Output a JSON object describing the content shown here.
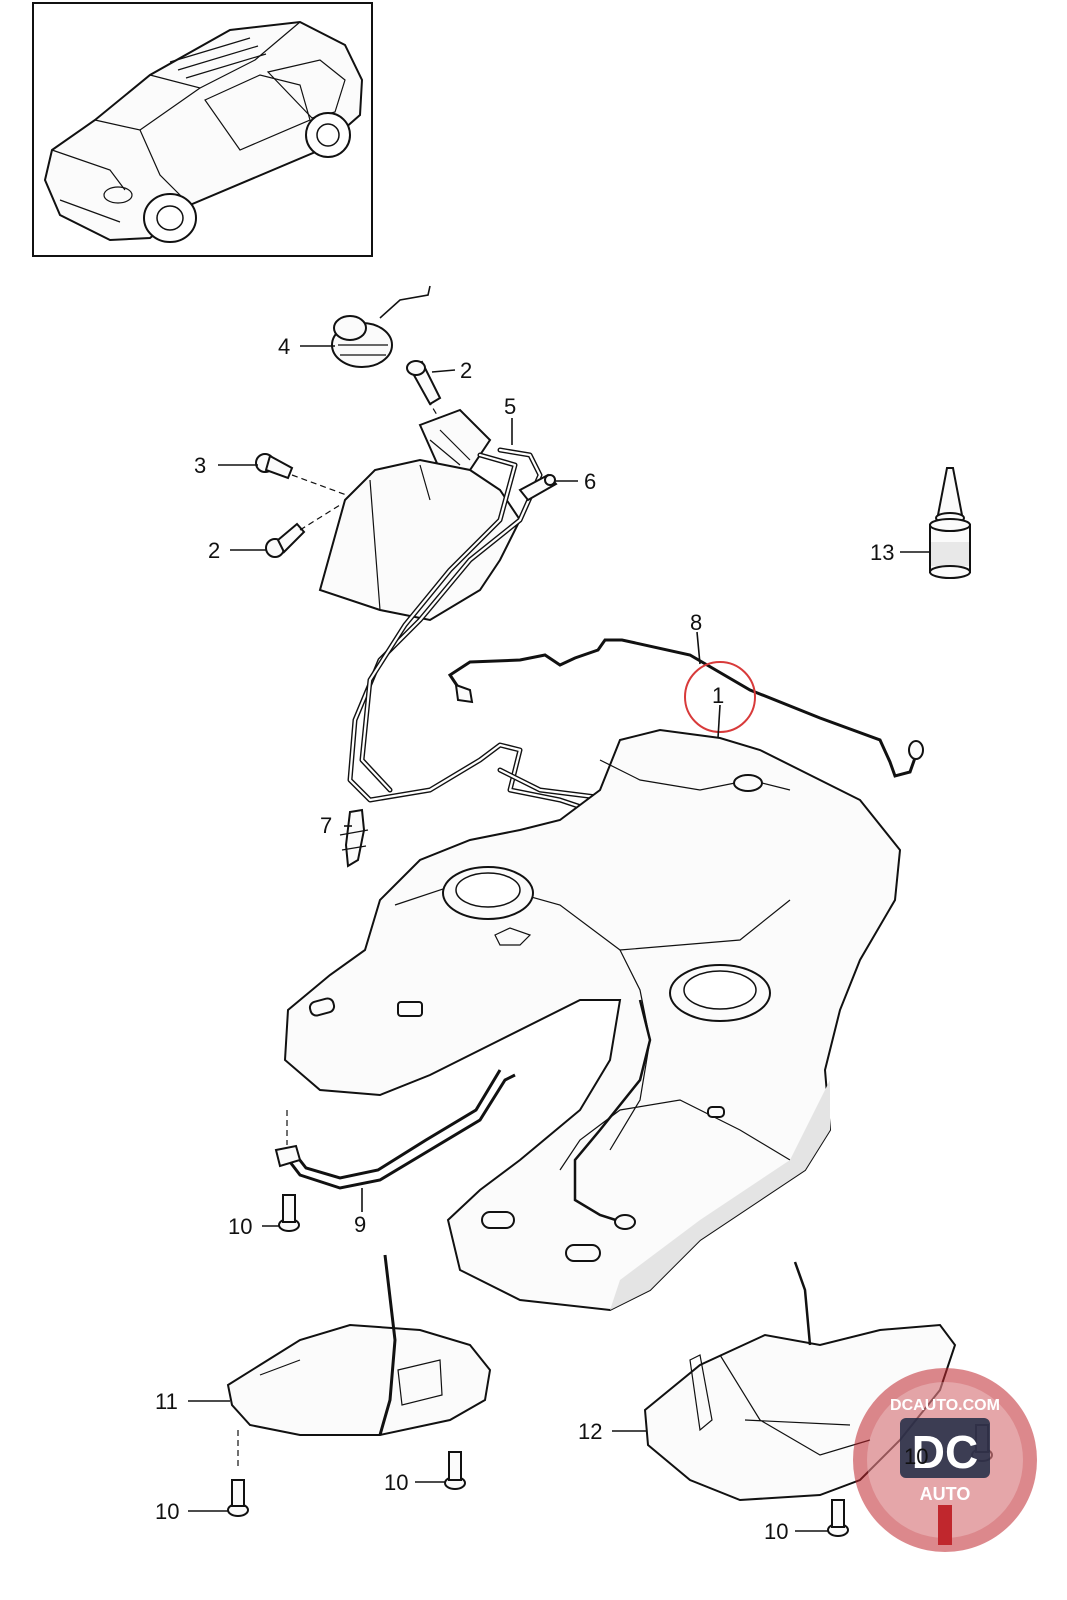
{
  "callouts": {
    "c1": "1",
    "c2a": "2",
    "c2b": "2",
    "c3": "3",
    "c4": "4",
    "c5": "5",
    "c6": "6",
    "c7": "7",
    "c8": "8",
    "c9": "9",
    "c10a": "10",
    "c10b": "10",
    "c10c": "10",
    "c10d": "10",
    "c10e": "10",
    "c11": "11",
    "c12": "12",
    "c13": "13"
  },
  "watermark": {
    "site": "DCAUTO.COM",
    "logo_letters": "DC",
    "logo_word": "AUTO",
    "accent_color": "#c0272d"
  },
  "highlight_color": "#d83a3a"
}
